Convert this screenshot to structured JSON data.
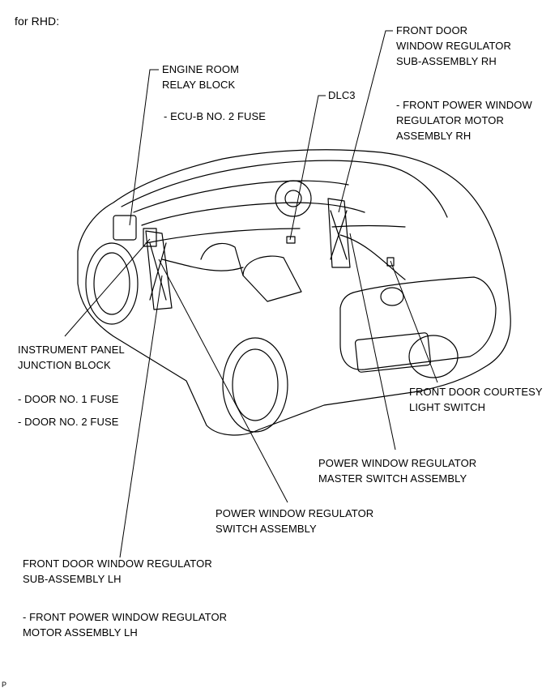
{
  "header": {
    "variant": "for RHD:"
  },
  "labels": {
    "engine_room_relay_block": [
      "ENGINE ROOM",
      "RELAY BLOCK"
    ],
    "ecu_b_fuse": "- ECU-B NO. 2 FUSE",
    "dlc3": "DLC3",
    "front_door_window_regulator_rh": [
      "FRONT DOOR",
      "WINDOW REGULATOR",
      "SUB-ASSEMBLY RH"
    ],
    "front_power_window_motor_rh": [
      "- FRONT POWER WINDOW",
      "REGULATOR MOTOR",
      "ASSEMBLY RH"
    ],
    "instrument_panel_junction_block": [
      "INSTRUMENT PANEL",
      "JUNCTION BLOCK"
    ],
    "door_no1_fuse": "- DOOR NO. 1 FUSE",
    "door_no2_fuse": "- DOOR NO. 2 FUSE",
    "front_door_courtesy_light_switch": [
      "FRONT DOOR COURTESY",
      "LIGHT SWITCH"
    ],
    "power_window_master_switch": [
      "POWER WINDOW REGULATOR",
      "MASTER SWITCH ASSEMBLY"
    ],
    "power_window_switch": [
      "POWER WINDOW REGULATOR",
      "SWITCH ASSEMBLY"
    ],
    "front_door_window_regulator_lh": [
      "FRONT DOOR WINDOW REGULATOR",
      "SUB-ASSEMBLY LH"
    ],
    "front_power_window_motor_lh": [
      "- FRONT POWER WINDOW REGULATOR",
      "MOTOR ASSEMBLY LH"
    ]
  },
  "footer": {
    "code": "P"
  }
}
